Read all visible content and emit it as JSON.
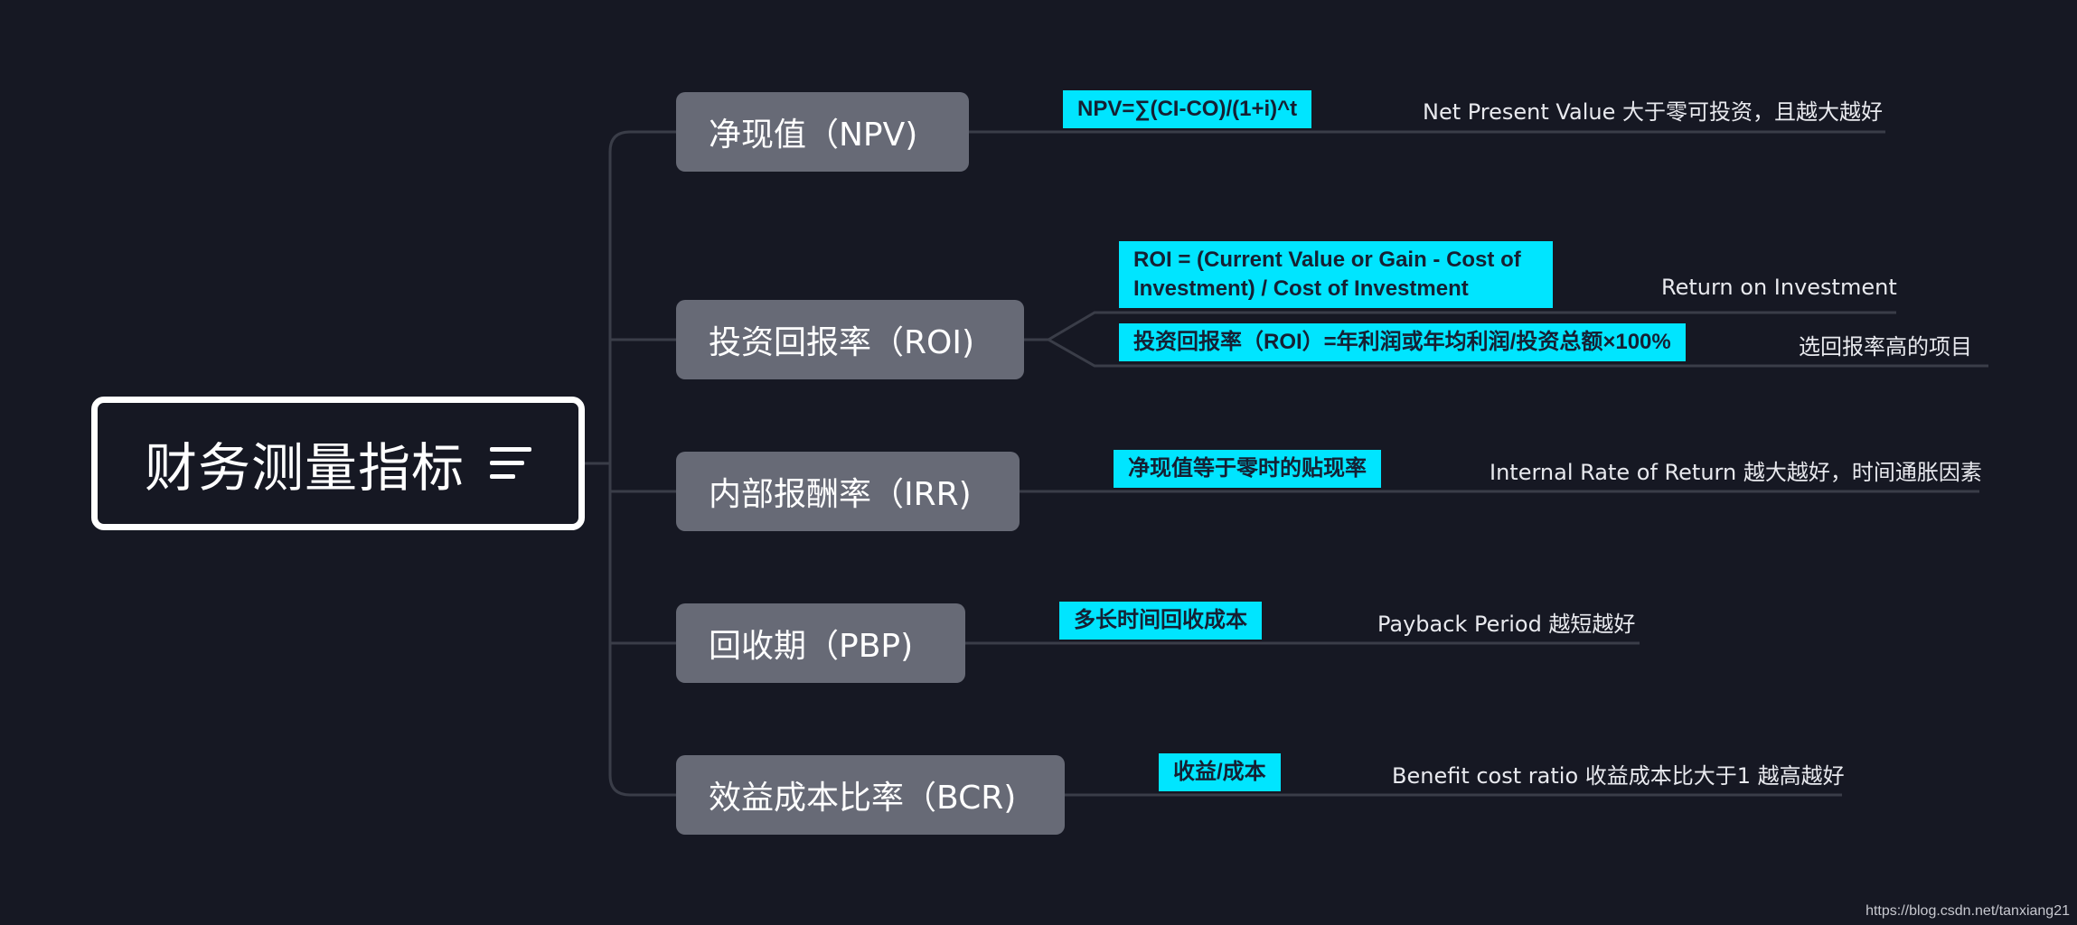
{
  "root": {
    "title": "财务测量指标",
    "icon": "menu-lines-icon"
  },
  "branches": [
    {
      "label": "净现值（NPV)",
      "tags": [
        "NPV=∑(CI-CO)/(1+i)^t"
      ],
      "notes": [
        "Net Present Value 大于零可投资，且越大越好"
      ]
    },
    {
      "label": "投资回报率（ROI)",
      "tags": [
        "ROI = (Current Value or Gain - Cost of Investment) / Cost of Investment",
        "投资回报率（ROI）=年利润或年均利润/投资总额×100%"
      ],
      "notes": [
        "Return on Investment",
        "选回报率高的项目"
      ]
    },
    {
      "label": "内部报酬率（IRR)",
      "tags": [
        "净现值等于零时的贴现率"
      ],
      "notes": [
        "Internal Rate of Return 越大越好，时间通胀因素"
      ]
    },
    {
      "label": "回收期（PBP)",
      "tags": [
        "多长时间回收成本"
      ],
      "notes": [
        "Payback Period 越短越好"
      ]
    },
    {
      "label": "效益成本比率（BCR)",
      "tags": [
        "收益/成本"
      ],
      "notes": [
        "Benefit cost ratio 收益成本比大于1 越高越好"
      ]
    }
  ],
  "watermark": "https://blog.csdn.net/tanxiang21",
  "colors": {
    "background": "#161823",
    "branch": "#676a76",
    "tag": "#00e5ff",
    "line": "#3a3d48"
  }
}
